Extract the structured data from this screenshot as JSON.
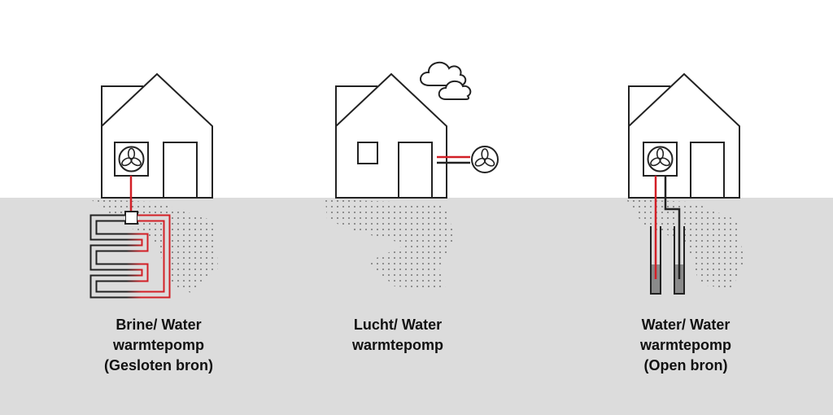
{
  "colors": {
    "ground": "#dcdcdc",
    "line": "#222222",
    "pipe_hot": "#d21f26",
    "pipe_cold": "#222222",
    "well_water": "#8a8a8a"
  },
  "icons": {
    "heat_pump_unit": "fan-icon",
    "weather": "cloud-icon"
  },
  "systems": [
    {
      "id": "brine-water",
      "caption": [
        "Brine/ Water",
        "warmtepomp",
        "(Gesloten bron)"
      ]
    },
    {
      "id": "air-water",
      "caption": [
        "Lucht/ Water",
        "warmtepomp"
      ]
    },
    {
      "id": "water-water",
      "caption": [
        "Water/ Water",
        "warmtepomp",
        "(Open bron)"
      ]
    }
  ]
}
